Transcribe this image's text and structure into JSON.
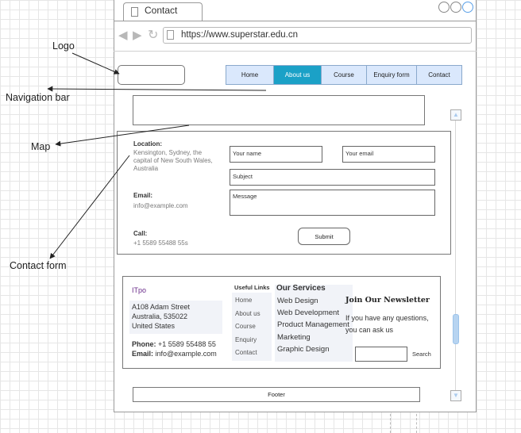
{
  "browser": {
    "tab_title": "Contact",
    "url": "https://www.superstar.edu.cn",
    "nav_icons": [
      "back-arrow",
      "forward-arrow",
      "refresh"
    ]
  },
  "nav": {
    "items": [
      {
        "label": "Home"
      },
      {
        "label": "About us",
        "active": true
      },
      {
        "label": "Course"
      },
      {
        "label": "Enquiry form"
      },
      {
        "label": "Contact"
      }
    ]
  },
  "contact": {
    "location_label": "Location:",
    "location_value": "Kensington, Sydney, the capital of New South Wales, Australia",
    "email_label": "Email:",
    "email_value": "info@example.com",
    "call_label": "Call:",
    "call_value": "+1 5589 55488 55s",
    "name_placeholder": "Your name",
    "email_placeholder": "Your email",
    "subject_placeholder": "Subject",
    "message_placeholder": "Message",
    "submit_label": "Submit"
  },
  "footer": {
    "brand": "ITpo",
    "address_line1": "A108 Adam Street",
    "address_line2": "Australia, 535022",
    "address_line3": "United States",
    "phone_label": "Phone:",
    "phone_value": "+1 5589 55488 55",
    "email_label": "Email:",
    "email_value": "info@example.com",
    "useful_links_title": "Useful Links",
    "useful_links": [
      "Home",
      "About us",
      "Course",
      "Enquiry",
      "Contact"
    ],
    "services_title": "Our Services",
    "services": [
      "Web Design",
      "Web Development",
      "Product Management",
      "Marketing",
      "Graphic Design"
    ],
    "newsletter_title": "Join Our Newsletter",
    "newsletter_line1": "If you have any questions,",
    "newsletter_line2": "you can ask us",
    "newsletter_button": "Search",
    "bar_label": "Footer"
  },
  "annotations": {
    "logo": "Logo",
    "navigation_bar": "Navigation bar",
    "map": "Map",
    "contact_form": "Contact form"
  },
  "colors": {
    "nav_fill": "#dae8fc",
    "nav_active": "#1ba1c7",
    "brand_text": "#6a2c8a",
    "scrollbar": "#b7d4f1"
  }
}
